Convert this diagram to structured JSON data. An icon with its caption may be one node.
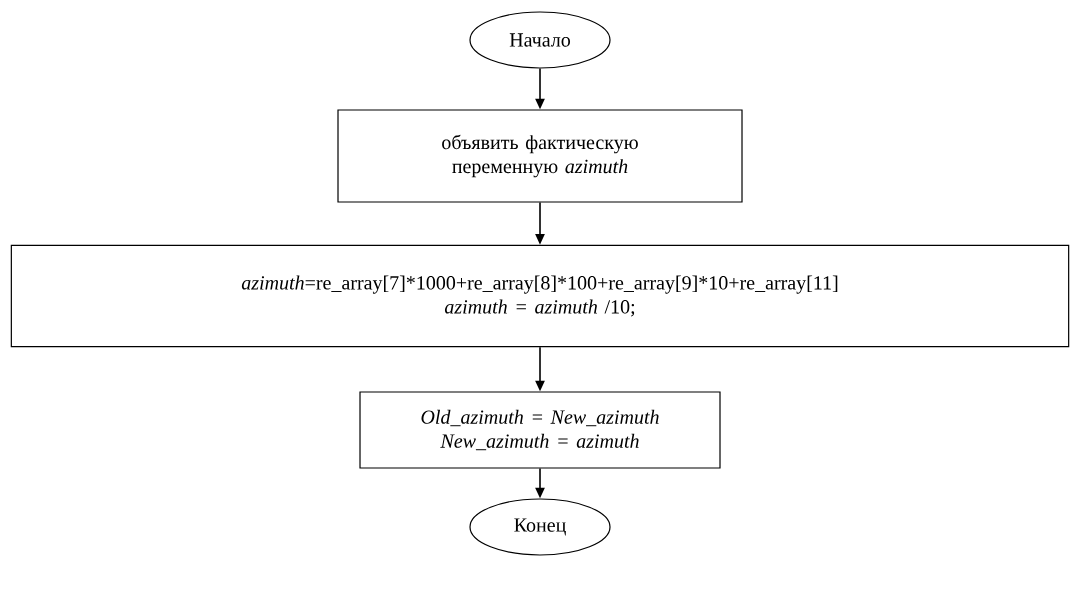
{
  "diagram": {
    "nodes": [
      {
        "text": [
          "Начало"
        ]
      },
      {
        "text": [
          "объявить фактическую переменную *azimuth*"
        ]
      },
      {
        "text": [
          "*azimuth*=re_array[7]*1000+re_array[8]*100+re_array[9]*10+re_array[11]",
          "*azimuth = azimuth* /10;"
        ]
      },
      {
        "text": [
          "Old_azimuth = New_azimuth",
          "New_azimuth = azimuth"
        ]
      },
      {
        "text": [
          "Конец"
        ]
      }
    ],
    "edges": [
      {
        "from": 0,
        "to": 1,
        "arrow": "to"
      },
      {
        "from": 1,
        "to": 2,
        "arrow": "to"
      },
      {
        "from": 2,
        "to": 3,
        "arrow": "to"
      },
      {
        "from": 3,
        "to": 4,
        "arrow": "to"
      }
    ]
  }
}
